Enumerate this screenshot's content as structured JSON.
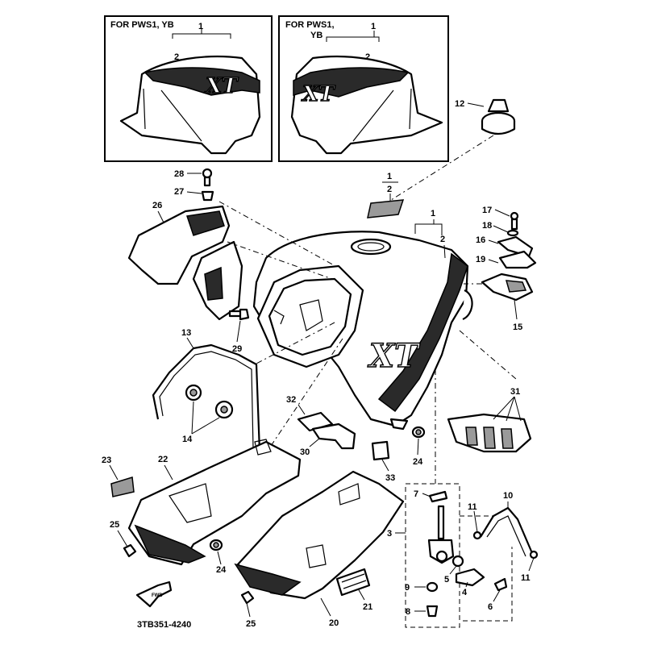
{
  "insets": [
    {
      "label_line1": "FOR PWS1, YB",
      "label_line2": "",
      "callouts": [
        "1",
        "2"
      ],
      "logo": "XT"
    },
    {
      "label_line1": "FOR PWS1,",
      "label_line2": "YB",
      "callouts": [
        "1",
        "2"
      ],
      "logo": "XT"
    }
  ],
  "tank_logo": "XT",
  "fraction": {
    "top": "1",
    "bottom": "2"
  },
  "callouts": {
    "c1": "1",
    "c2": "2",
    "c3": "3",
    "c4": "4",
    "c5": "5",
    "c6": "6",
    "c7": "7",
    "c8": "8",
    "c9": "9",
    "c10": "10",
    "c11a": "11",
    "c11b": "11",
    "c12": "12",
    "c13": "13",
    "c14": "14",
    "c15": "15",
    "c16": "16",
    "c17": "17",
    "c18": "18",
    "c19": "19",
    "c20": "20",
    "c21": "21",
    "c22": "22",
    "c23": "23",
    "c24a": "24",
    "c24b": "24",
    "c25a": "25",
    "c25b": "25",
    "c26": "26",
    "c27": "27",
    "c28": "28",
    "c29": "29",
    "c30": "30",
    "c31": "31",
    "c32": "32",
    "c33": "33"
  },
  "fwd_label": "FWD",
  "diagram_code": "3TB351-4240"
}
